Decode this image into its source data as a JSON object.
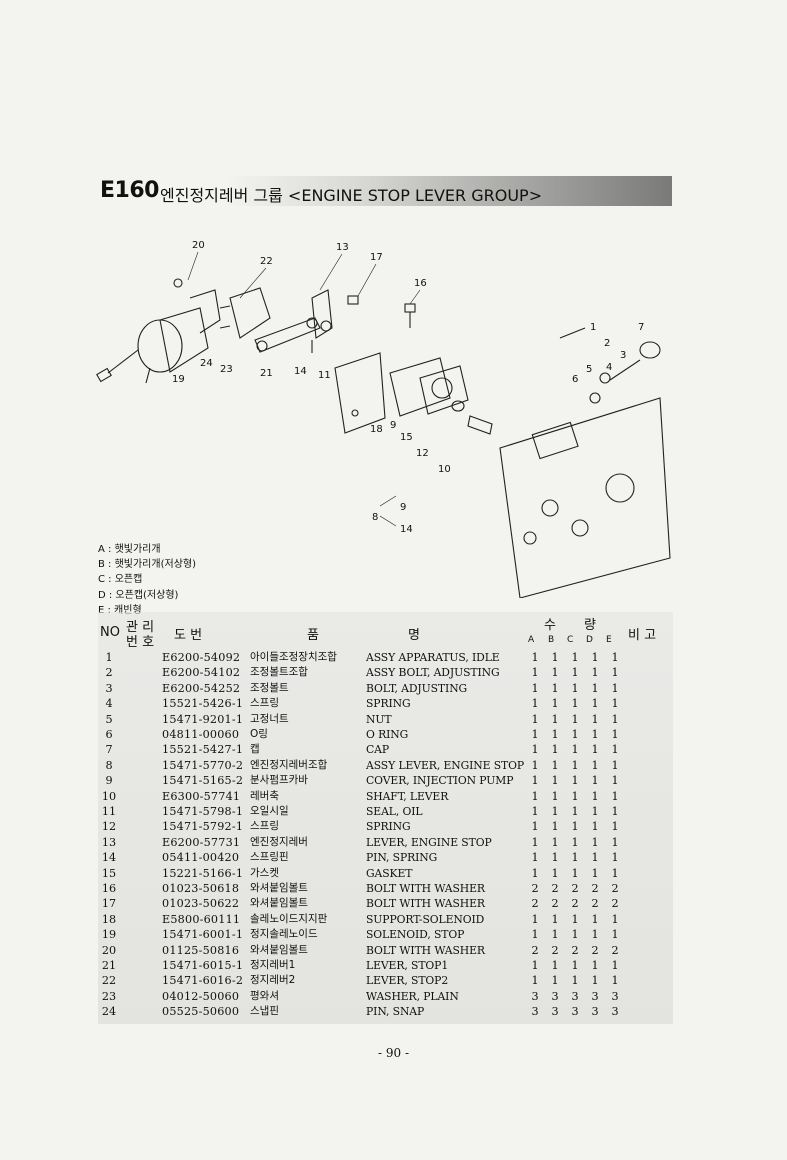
{
  "header": {
    "code": "E160",
    "title": "엔진정지레버 그룹 <ENGINE STOP LEVER GROUP>"
  },
  "diagram": {
    "callouts": [
      "20",
      "22",
      "13",
      "17",
      "16",
      "1",
      "2",
      "7",
      "3",
      "4",
      "5",
      "6",
      "24",
      "23",
      "19",
      "21",
      "14",
      "11",
      "18",
      "9",
      "15",
      "12",
      "10",
      "8",
      "9",
      "14"
    ]
  },
  "legend": [
    "A : 햇빛가리개",
    "B : 햇빛가리개(저상형)",
    "C : 오픈캡",
    "D : 오픈캡(저상형)",
    "E : 캐빈형"
  ],
  "table": {
    "headers": {
      "no": "NO",
      "mgmt_top": "관 리",
      "mgmt_bottom": "번 호",
      "drawing": "도   번",
      "name_left": "품",
      "name_right": "명",
      "qty_left": "수",
      "qty_right": "량",
      "remarks": "비 고",
      "qty_cols": [
        "A",
        "B",
        "C",
        "D",
        "E"
      ]
    },
    "rows": [
      {
        "no": "1",
        "pn": "E6200-54092",
        "kr": "아이들조정장치조합",
        "en": "ASSY APPARATUS, IDLE",
        "q": [
          "1",
          "1",
          "1",
          "1",
          "1"
        ]
      },
      {
        "no": "2",
        "pn": "E6200-54102",
        "kr": "조정볼트조합",
        "en": "ASSY BOLT, ADJUSTING",
        "q": [
          "1",
          "1",
          "1",
          "1",
          "1"
        ]
      },
      {
        "no": "3",
        "pn": "E6200-54252",
        "kr": "조정볼트",
        "en": "BOLT, ADJUSTING",
        "q": [
          "1",
          "1",
          "1",
          "1",
          "1"
        ]
      },
      {
        "no": "4",
        "pn": "15521-5426-1",
        "kr": "스프링",
        "en": "SPRING",
        "q": [
          "1",
          "1",
          "1",
          "1",
          "1"
        ]
      },
      {
        "no": "5",
        "pn": "15471-9201-1",
        "kr": "고정너트",
        "en": "NUT",
        "q": [
          "1",
          "1",
          "1",
          "1",
          "1"
        ]
      },
      {
        "no": "6",
        "pn": "04811-00060",
        "kr": "O링",
        "en": "O RING",
        "q": [
          "1",
          "1",
          "1",
          "1",
          "1"
        ]
      },
      {
        "no": "7",
        "pn": "15521-5427-1",
        "kr": "캡",
        "en": "CAP",
        "q": [
          "1",
          "1",
          "1",
          "1",
          "1"
        ]
      },
      {
        "no": "8",
        "pn": "15471-5770-2",
        "kr": "엔진정지레버조합",
        "en": "ASSY LEVER, ENGINE STOP",
        "q": [
          "1",
          "1",
          "1",
          "1",
          "1"
        ]
      },
      {
        "no": "9",
        "pn": "15471-5165-2",
        "kr": "분사펌프카바",
        "en": "COVER, INJECTION PUMP",
        "q": [
          "1",
          "1",
          "1",
          "1",
          "1"
        ]
      },
      {
        "no": "10",
        "pn": "E6300-57741",
        "kr": "레버축",
        "en": "SHAFT, LEVER",
        "q": [
          "1",
          "1",
          "1",
          "1",
          "1"
        ]
      },
      {
        "no": "11",
        "pn": "15471-5798-1",
        "kr": "오일시일",
        "en": "SEAL, OIL",
        "q": [
          "1",
          "1",
          "1",
          "1",
          "1"
        ]
      },
      {
        "no": "12",
        "pn": "15471-5792-1",
        "kr": "스프링",
        "en": "SPRING",
        "q": [
          "1",
          "1",
          "1",
          "1",
          "1"
        ]
      },
      {
        "no": "13",
        "pn": "E6200-57731",
        "kr": "엔진정지레버",
        "en": "LEVER, ENGINE STOP",
        "q": [
          "1",
          "1",
          "1",
          "1",
          "1"
        ]
      },
      {
        "no": "14",
        "pn": "05411-00420",
        "kr": "스프링핀",
        "en": "PIN, SPRING",
        "q": [
          "1",
          "1",
          "1",
          "1",
          "1"
        ]
      },
      {
        "no": "15",
        "pn": "15221-5166-1",
        "kr": "가스켓",
        "en": "GASKET",
        "q": [
          "1",
          "1",
          "1",
          "1",
          "1"
        ]
      },
      {
        "no": "16",
        "pn": "01023-50618",
        "kr": "와셔붙임볼트",
        "en": "BOLT WITH WASHER",
        "q": [
          "2",
          "2",
          "2",
          "2",
          "2"
        ]
      },
      {
        "no": "17",
        "pn": "01023-50622",
        "kr": "와셔붙임볼트",
        "en": "BOLT WITH WASHER",
        "q": [
          "2",
          "2",
          "2",
          "2",
          "2"
        ]
      },
      {
        "no": "18",
        "pn": "E5800-60111",
        "kr": "솔레노이드지지판",
        "en": "SUPPORT-SOLENOID",
        "q": [
          "1",
          "1",
          "1",
          "1",
          "1"
        ]
      },
      {
        "no": "19",
        "pn": "15471-6001-1",
        "kr": "정지솔레노이드",
        "en": "SOLENOID, STOP",
        "q": [
          "1",
          "1",
          "1",
          "1",
          "1"
        ]
      },
      {
        "no": "20",
        "pn": "01125-50816",
        "kr": "와셔붙임볼트",
        "en": "BOLT WITH WASHER",
        "q": [
          "2",
          "2",
          "2",
          "2",
          "2"
        ]
      },
      {
        "no": "21",
        "pn": "15471-6015-1",
        "kr": "정지레버1",
        "en": "LEVER, STOP1",
        "q": [
          "1",
          "1",
          "1",
          "1",
          "1"
        ]
      },
      {
        "no": "22",
        "pn": "15471-6016-2",
        "kr": "정지레버2",
        "en": "LEVER, STOP2",
        "q": [
          "1",
          "1",
          "1",
          "1",
          "1"
        ]
      },
      {
        "no": "23",
        "pn": "04012-50060",
        "kr": "평와셔",
        "en": "WASHER, PLAIN",
        "q": [
          "3",
          "3",
          "3",
          "3",
          "3"
        ]
      },
      {
        "no": "24",
        "pn": "05525-50600",
        "kr": "스냅핀",
        "en": "PIN, SNAP",
        "q": [
          "3",
          "3",
          "3",
          "3",
          "3"
        ]
      }
    ]
  },
  "footer": {
    "page": "- 90 -"
  }
}
